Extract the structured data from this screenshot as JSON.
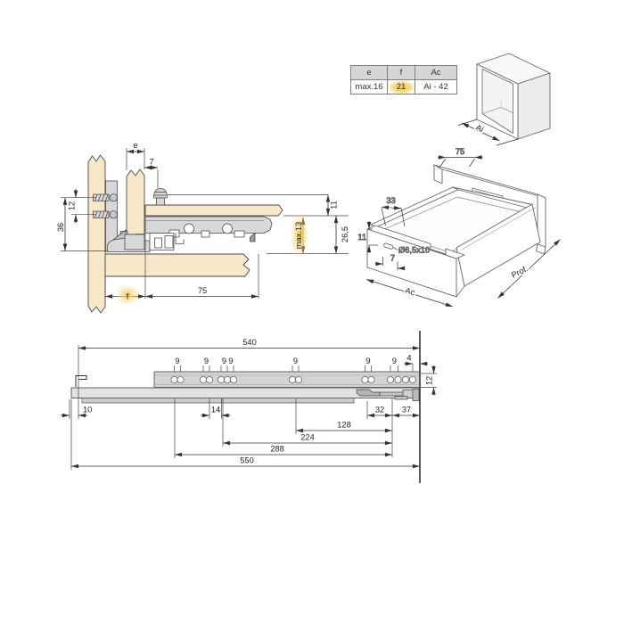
{
  "info_table": {
    "headers": [
      "e",
      "f",
      "Ac"
    ],
    "values": [
      "max.16",
      "21",
      "Ai - 42"
    ]
  },
  "cabinet_3d": {
    "label_ai": "Ai"
  },
  "drawer_3d": {
    "dim_75": "75",
    "dim_33": "33",
    "dim_11": "11",
    "dim_hole": "Ø6,5x10",
    "dim_7": "7",
    "label_ac": "Ac",
    "label_prof": "Prof."
  },
  "cross_section": {
    "dim_e": "e",
    "dim_7": "7",
    "dim_12": "12",
    "dim_36": "36",
    "dim_11": "11",
    "dim_26_5": "26,5",
    "dim_max13": "max.13",
    "dim_f": "f",
    "dim_75": "75"
  },
  "slide_view": {
    "dim_540": "540",
    "dim_9": "9",
    "dim_4": "4",
    "dim_12": "12",
    "dim_10": "10",
    "dim_14": "14",
    "dim_32": "32",
    "dim_37": "37",
    "dim_128": "128",
    "dim_224": "224",
    "dim_288": "288",
    "dim_550": "550"
  },
  "colors": {
    "wood": "#f6e8c8",
    "metal": "#d8d8d8",
    "outline": "#4a4a4a",
    "dim_line": "#333333",
    "highlight": "#f2c23c",
    "table_header_bg": "#d6d6d6"
  }
}
